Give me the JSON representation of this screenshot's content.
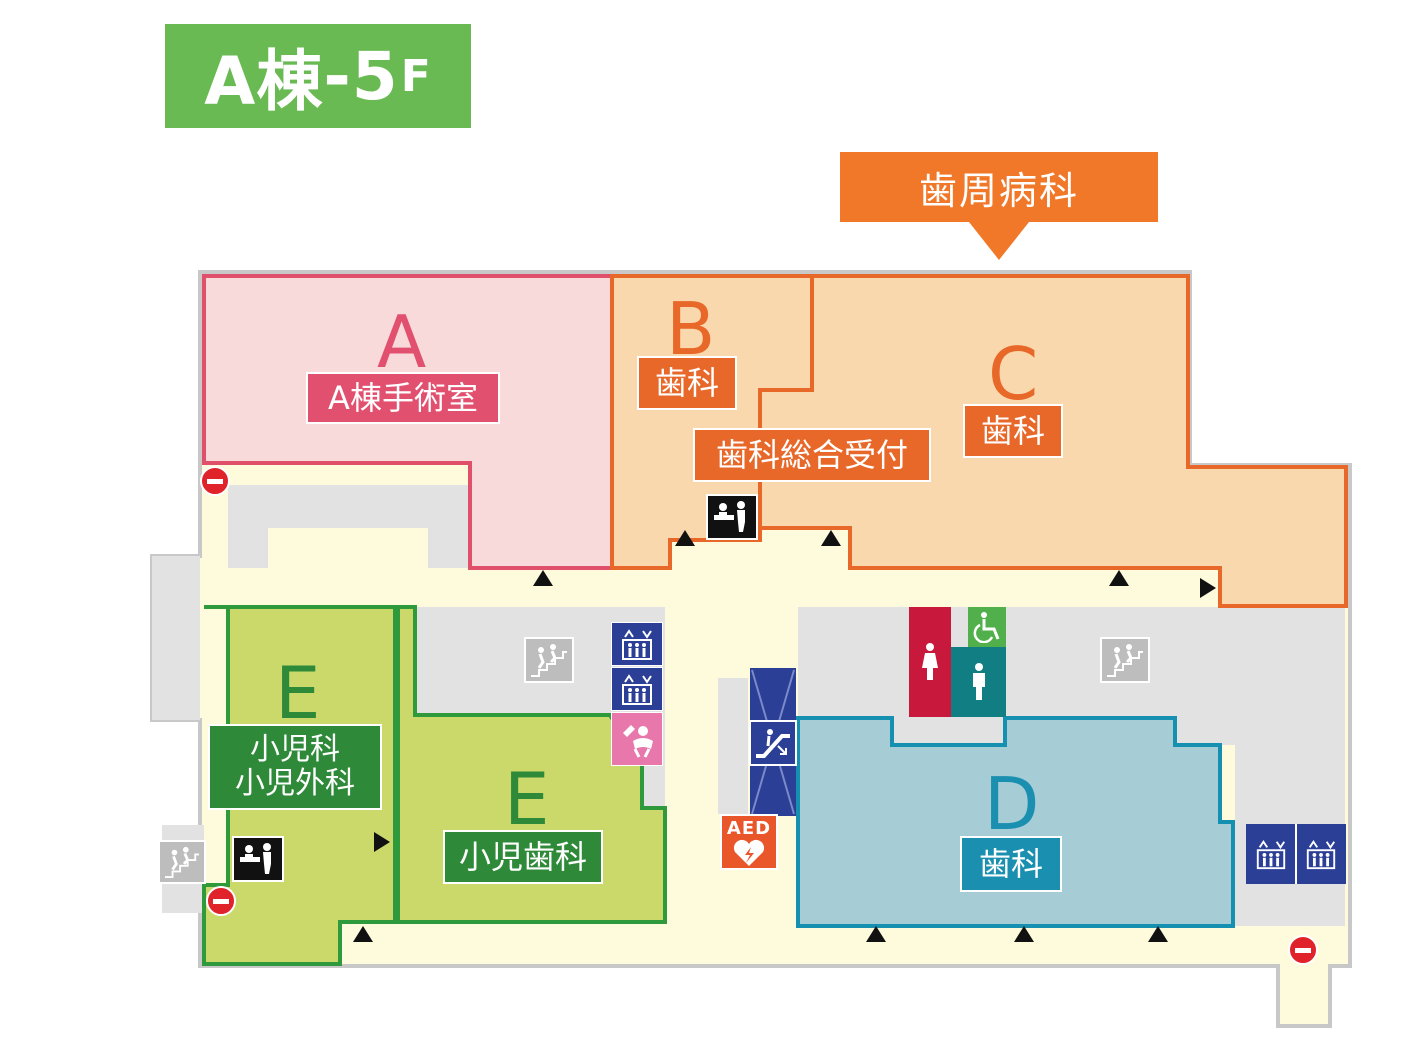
{
  "header": {
    "building": "A棟",
    "separator": "-",
    "floor_num": "5",
    "floor_unit": "F"
  },
  "banner": {
    "label": "歯周病科"
  },
  "zones": {
    "A": {
      "letter": "A",
      "name": "A棟手術室"
    },
    "B": {
      "letter": "B",
      "name": "歯科"
    },
    "C": {
      "letter": "C",
      "name": "歯科"
    },
    "reception": {
      "name": "歯科総合受付"
    },
    "D": {
      "letter": "D",
      "name": "歯科"
    },
    "E_left": {
      "letter": "E",
      "name_line1": "小児科",
      "name_line2": "小児外科"
    },
    "E_right": {
      "letter": "E",
      "name": "小児歯科"
    }
  },
  "aed": {
    "label": "AED"
  },
  "colors": {
    "title_green": "#6aba54",
    "banner_orange": "#f07828",
    "zone_A_fill": "#f9dadb",
    "zone_A_line": "#e0506a",
    "zone_A_label": "#e25070",
    "zone_BC_fill": "#f9d8ad",
    "zone_BC_line": "#e8682a",
    "zone_BC_label": "#e8682a",
    "zone_D_fill": "#a6cdd6",
    "zone_D_line": "#1590b0",
    "zone_D_label": "#1a8fb0",
    "zone_E_fill": "#cbd96a",
    "zone_E_line": "#2e9a3c",
    "zone_E_label": "#2e8a38",
    "corridor": "#fdfbdc",
    "utility": "#e2e2e2",
    "elevator_blue": "#2b3f96",
    "nursing_pink": "#e878ac",
    "restroom_red": "#c8193c",
    "restroom_teal": "#117e84",
    "accessible_green": "#52b04c",
    "aed_orange": "#e8562a"
  },
  "icons": [
    "reception-icon-b",
    "reception-icon-e",
    "stairs-icon-center",
    "stairs-icon-right",
    "stairs-icon-left",
    "elevator-icon",
    "nursing-room-icon",
    "escalator-icon",
    "restroom-female-icon",
    "restroom-male-icon",
    "accessible-restroom-icon",
    "aed-icon",
    "no-entry-icon",
    "entrance-arrow-icon"
  ]
}
